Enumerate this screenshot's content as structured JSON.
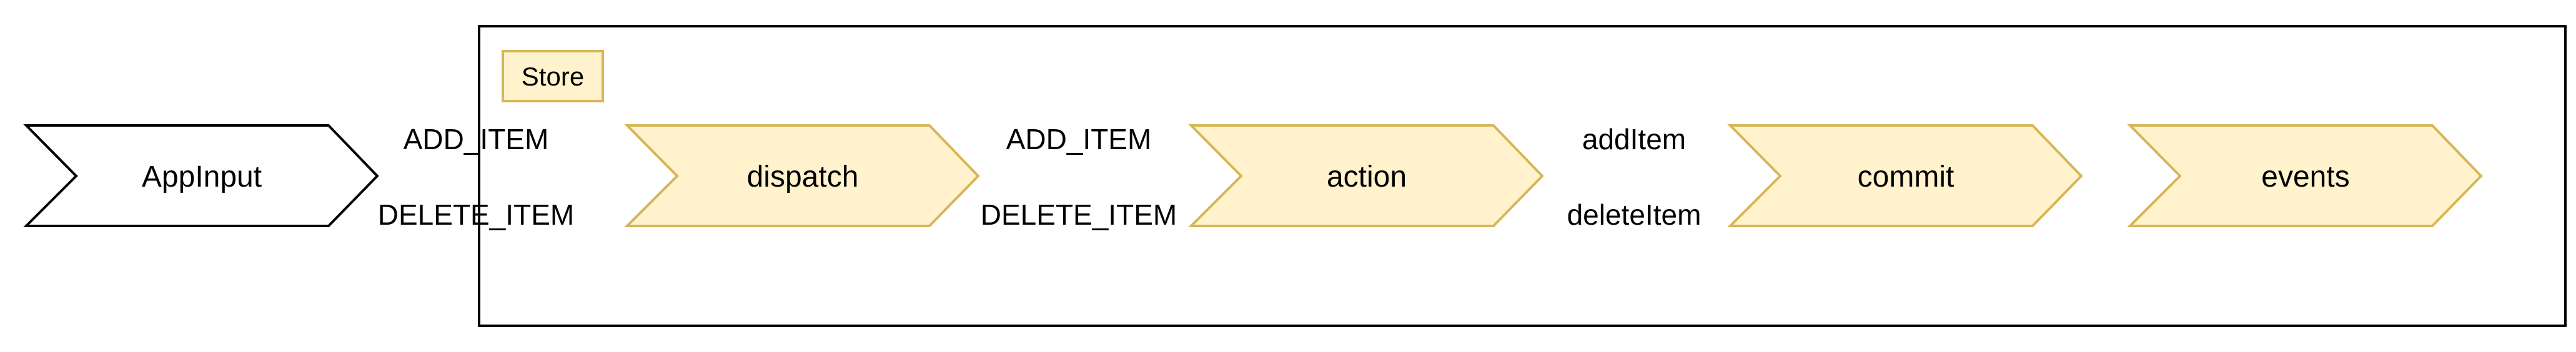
{
  "colors": {
    "stroke": "#000000",
    "store_fill": "#fff2cc",
    "store_stroke": "#d6b656",
    "background": "#ffffff"
  },
  "store": {
    "label": "Store"
  },
  "nodes": {
    "app_input": "AppInput",
    "dispatch": "dispatch",
    "action": "action",
    "commit": "commit",
    "events": "events"
  },
  "edge_labels": {
    "input_to_dispatch": {
      "top": "ADD_ITEM",
      "bottom": "DELETE_ITEM"
    },
    "dispatch_to_action": {
      "top": "ADD_ITEM",
      "bottom": "DELETE_ITEM"
    },
    "action_to_commit": {
      "top": "addItem",
      "bottom": "deleteItem"
    }
  }
}
